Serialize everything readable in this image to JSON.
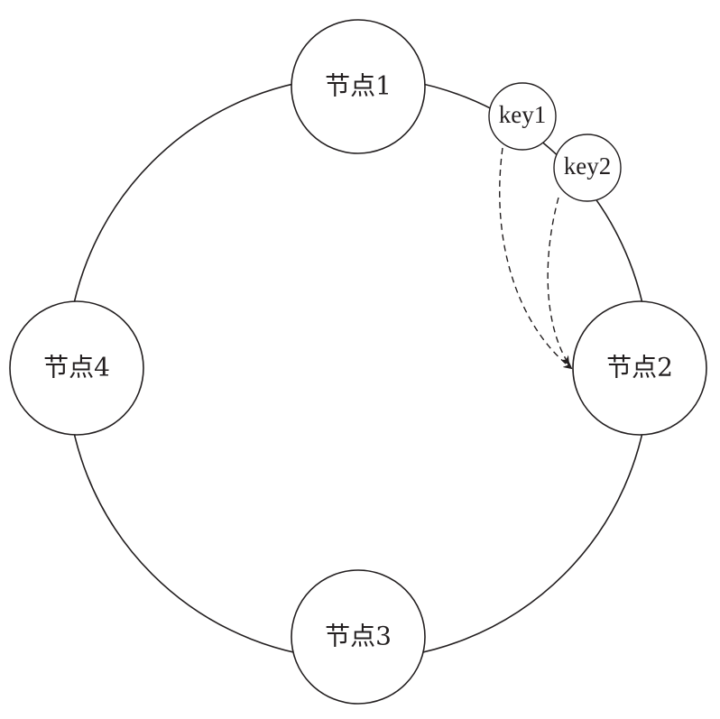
{
  "ring": {
    "nodes": [
      {
        "id": "node-1",
        "label": "节点1"
      },
      {
        "id": "node-2",
        "label": "节点2"
      },
      {
        "id": "node-3",
        "label": "节点3"
      },
      {
        "id": "node-4",
        "label": "节点4"
      }
    ],
    "keys": [
      {
        "id": "key-1",
        "label": "key1",
        "maps_to": "node-2"
      },
      {
        "id": "key-2",
        "label": "key2",
        "maps_to": "node-2"
      }
    ]
  },
  "colors": {
    "stroke": "#231f20",
    "fill": "#ffffff"
  }
}
